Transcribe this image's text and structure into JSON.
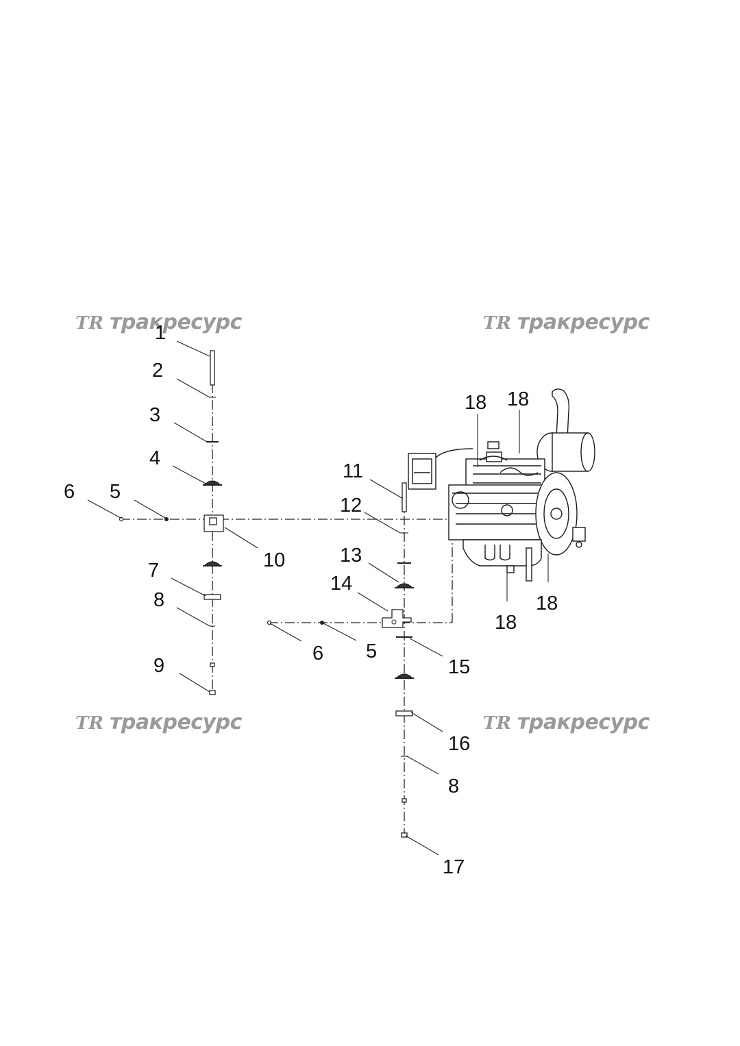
{
  "watermark": {
    "logo": "TR",
    "text": "тракресурс"
  },
  "callouts": {
    "c1": "1",
    "c2": "2",
    "c3": "3",
    "c4": "4",
    "c5a": "5",
    "c6a": "6",
    "c7": "7",
    "c8a": "8",
    "c9": "9",
    "c10": "10",
    "c11": "11",
    "c12": "12",
    "c13": "13",
    "c14": "14",
    "c6b": "6",
    "c5b": "5",
    "c15": "15",
    "c16": "16",
    "c8b": "8",
    "c17": "17",
    "c18a": "18",
    "c18b": "18",
    "c18c": "18",
    "c18d": "18"
  }
}
